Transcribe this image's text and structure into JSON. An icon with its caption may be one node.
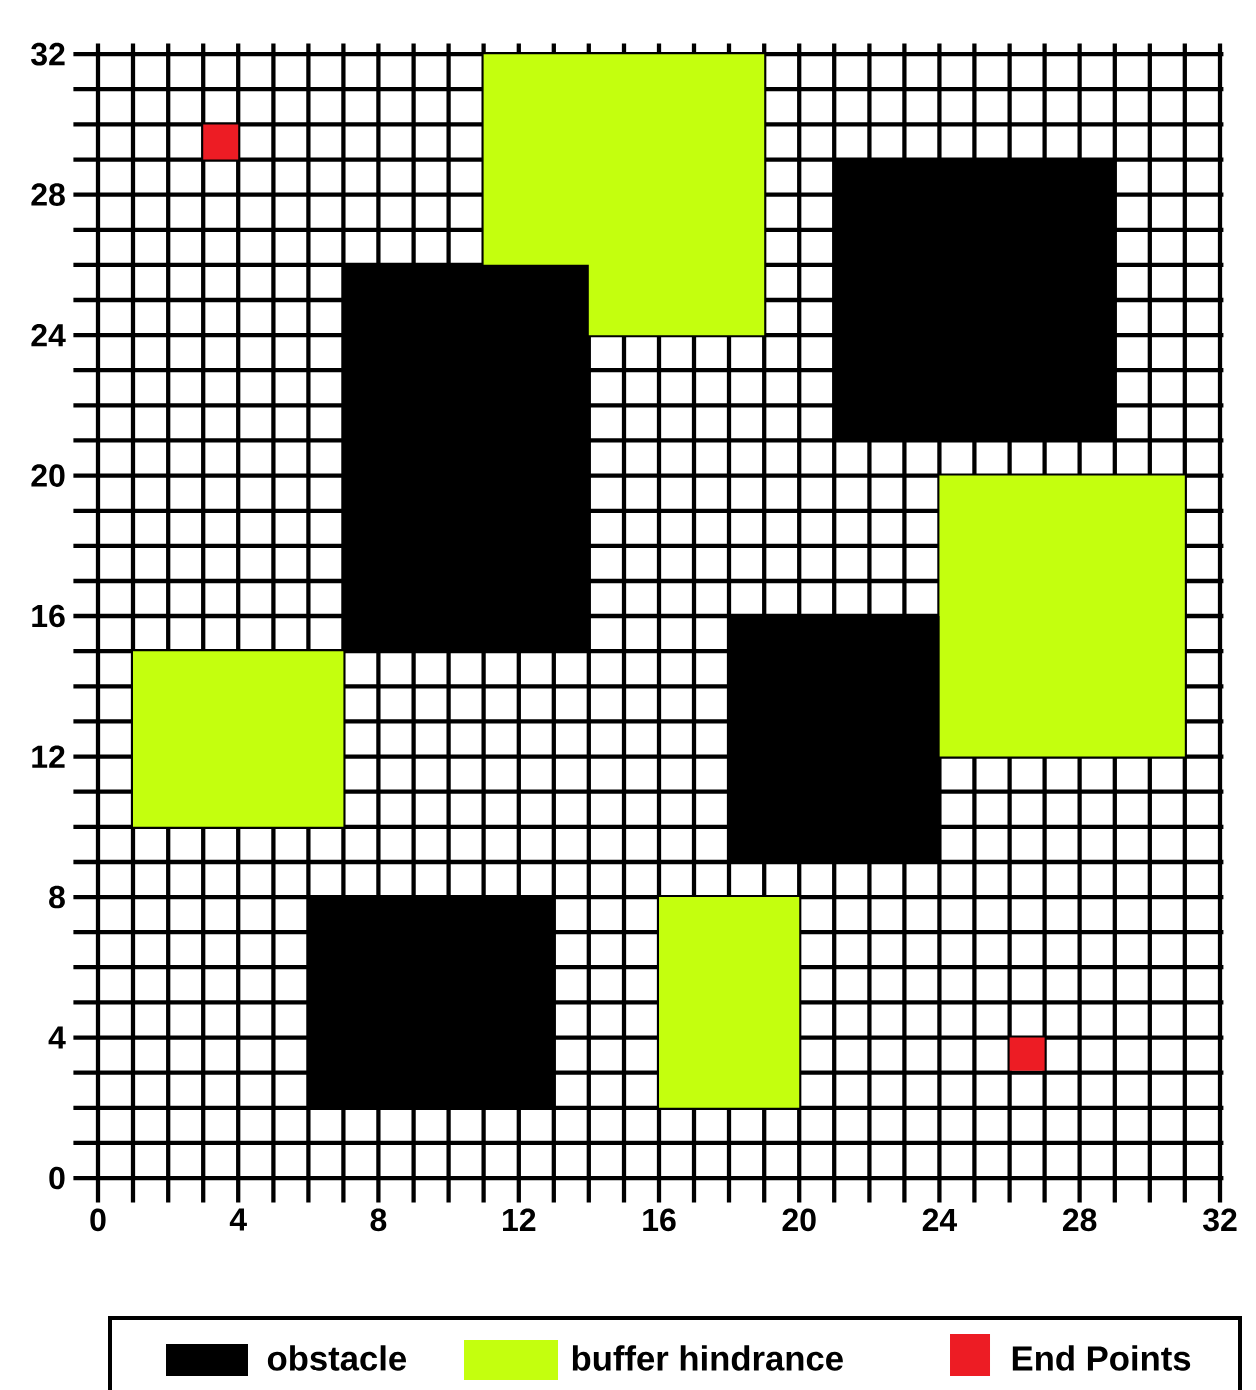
{
  "diagram": {
    "labels": [
      "32",
      "28",
      "24",
      "20",
      "16",
      "12",
      "8",
      "4",
      "0",
      "0",
      "4",
      "8",
      "12",
      "16",
      "20",
      "24",
      "28",
      "32"
    ],
    "legend": [
      {
        "text": "obstacle",
        "color": "#000000"
      },
      {
        "text": "buffer hindrance",
        "color": "#c4ff0e"
      },
      {
        "text": "End Points",
        "color": "#ed1c24"
      }
    ]
  }
}
